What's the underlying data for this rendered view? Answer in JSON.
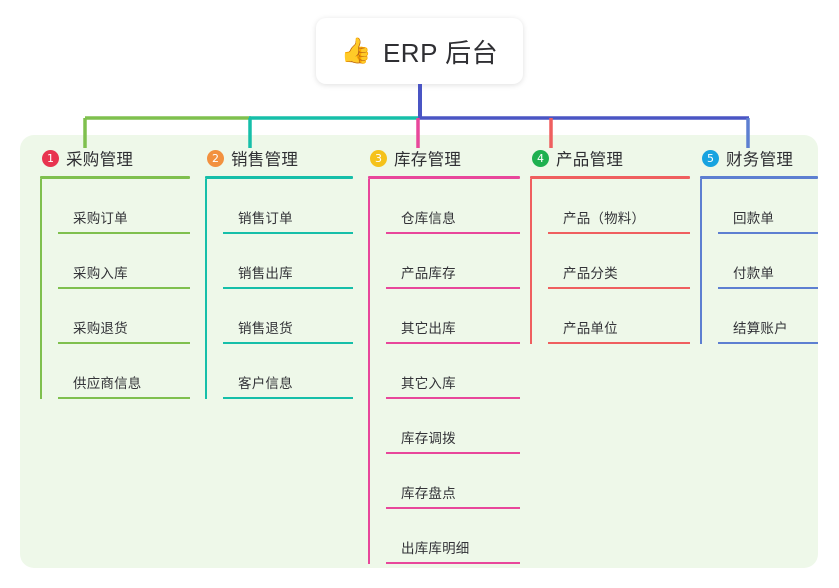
{
  "root": {
    "icon": "thumbs-up-icon",
    "icon_glyph": "👍",
    "title": "ERP 后台"
  },
  "canvas": {
    "background": "#eef8e9",
    "page_background": "#ffffff"
  },
  "trunk": {
    "stem_color": "#4a55c4",
    "bar_segments": [
      {
        "name": "purchase-to-sales",
        "color": "#7fc04e"
      },
      {
        "name": "sales-to-center",
        "color": "#16bfa9"
      },
      {
        "name": "center-to-finance",
        "color": "#4a55c4"
      }
    ]
  },
  "columns": [
    {
      "index": "1",
      "title": "采购管理",
      "badge_color": "#e8344f",
      "line_color": "#7fc04e",
      "drop_color": "#7fc04e",
      "items": [
        "采购订单",
        "采购入库",
        "采购退货",
        "供应商信息"
      ]
    },
    {
      "index": "2",
      "title": "销售管理",
      "badge_color": "#f2913f",
      "line_color": "#16bfa9",
      "drop_color": "#16bfa9",
      "items": [
        "销售订单",
        "销售出库",
        "销售退货",
        "客户信息"
      ]
    },
    {
      "index": "3",
      "title": "库存管理",
      "badge_color": "#f5c21b",
      "line_color": "#e8479b",
      "drop_color": "#e8479b",
      "items": [
        "仓库信息",
        "产品库存",
        "其它出库",
        "其它入库",
        "库存调拨",
        "库存盘点",
        "出库库明细"
      ]
    },
    {
      "index": "4",
      "title": "产品管理",
      "badge_color": "#1eb050",
      "line_color": "#ef5f5f",
      "drop_color": "#ef5f5f",
      "items": [
        "产品（物料）",
        "产品分类",
        "产品单位"
      ]
    },
    {
      "index": "5",
      "title": "财务管理",
      "badge_color": "#17a3e0",
      "line_color": "#5d7fd1",
      "drop_color": "#5d7fd1",
      "items": [
        "回款单",
        "付款单",
        "结算账户"
      ]
    }
  ]
}
